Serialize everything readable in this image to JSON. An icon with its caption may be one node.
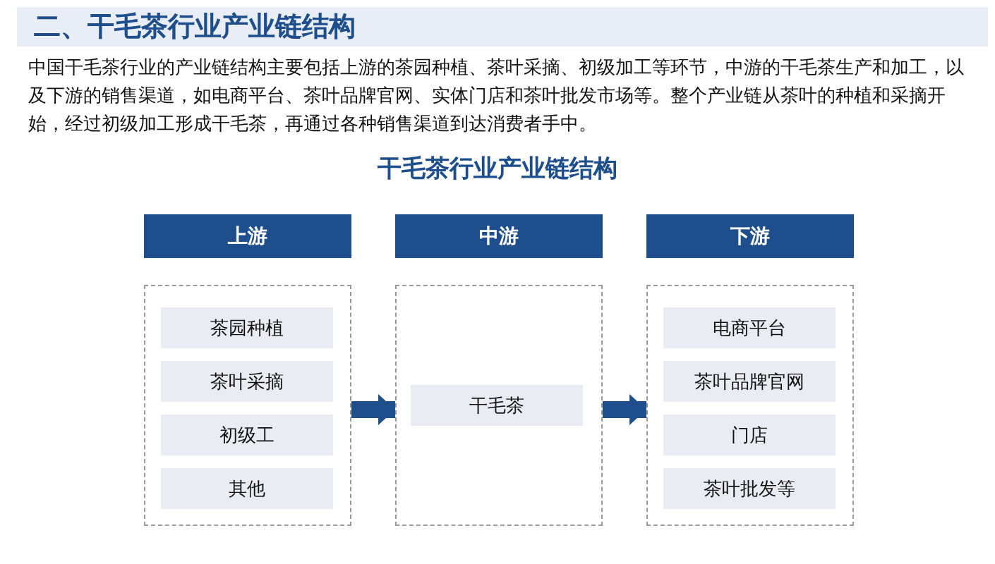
{
  "diagram": {
    "title": "二、干毛茶行业产业链结构",
    "nodes": [
      {
        "text": [
          "上游"
        ]
      },
      {
        "text": [],
        "shape": "box"
      },
      {
        "text": [
          "茶园种植"
        ],
        "in": 1
      },
      {
        "text": [
          "茶叶采摘"
        ],
        "in": 1
      },
      {
        "text": [
          "初级工"
        ],
        "in": 1
      },
      {
        "text": [
          "其他"
        ],
        "in": 1
      },
      {
        "text": [
          "中游"
        ]
      },
      {
        "text": [],
        "shape": "box"
      },
      {
        "text": [
          "干毛茶"
        ],
        "in": 7
      },
      {
        "text": [
          "下游"
        ]
      },
      {
        "text": [],
        "shape": "box"
      },
      {
        "text": [
          "电商平台"
        ],
        "in": 10
      },
      {
        "text": [
          "茶叶品牌官网"
        ],
        "in": 10
      },
      {
        "text": [
          "门店"
        ],
        "in": 10
      },
      {
        "text": [
          "茶叶批发等"
        ],
        "in": 10
      }
    ],
    "edges": [
      {
        "from": 1,
        "to": 7,
        "arrow": "to"
      },
      {
        "from": 7,
        "to": 10,
        "arrow": "to"
      }
    ],
    "labels": [
      "中国干毛茶行业的产业链结构主要包括上游的茶园种植、茶叶采摘、初级加工等环节，中游的干毛茶生产和加工，以及下游的销售渠道，如电商平台、茶叶品牌官网、实体门店和茶叶批发市场等。整个产业链从茶叶的种植和采摘开始，经过初级加工形成干毛茶，再通过各种销售渠道到达消费者手中。",
      "干毛茶行业产业链结构"
    ]
  }
}
